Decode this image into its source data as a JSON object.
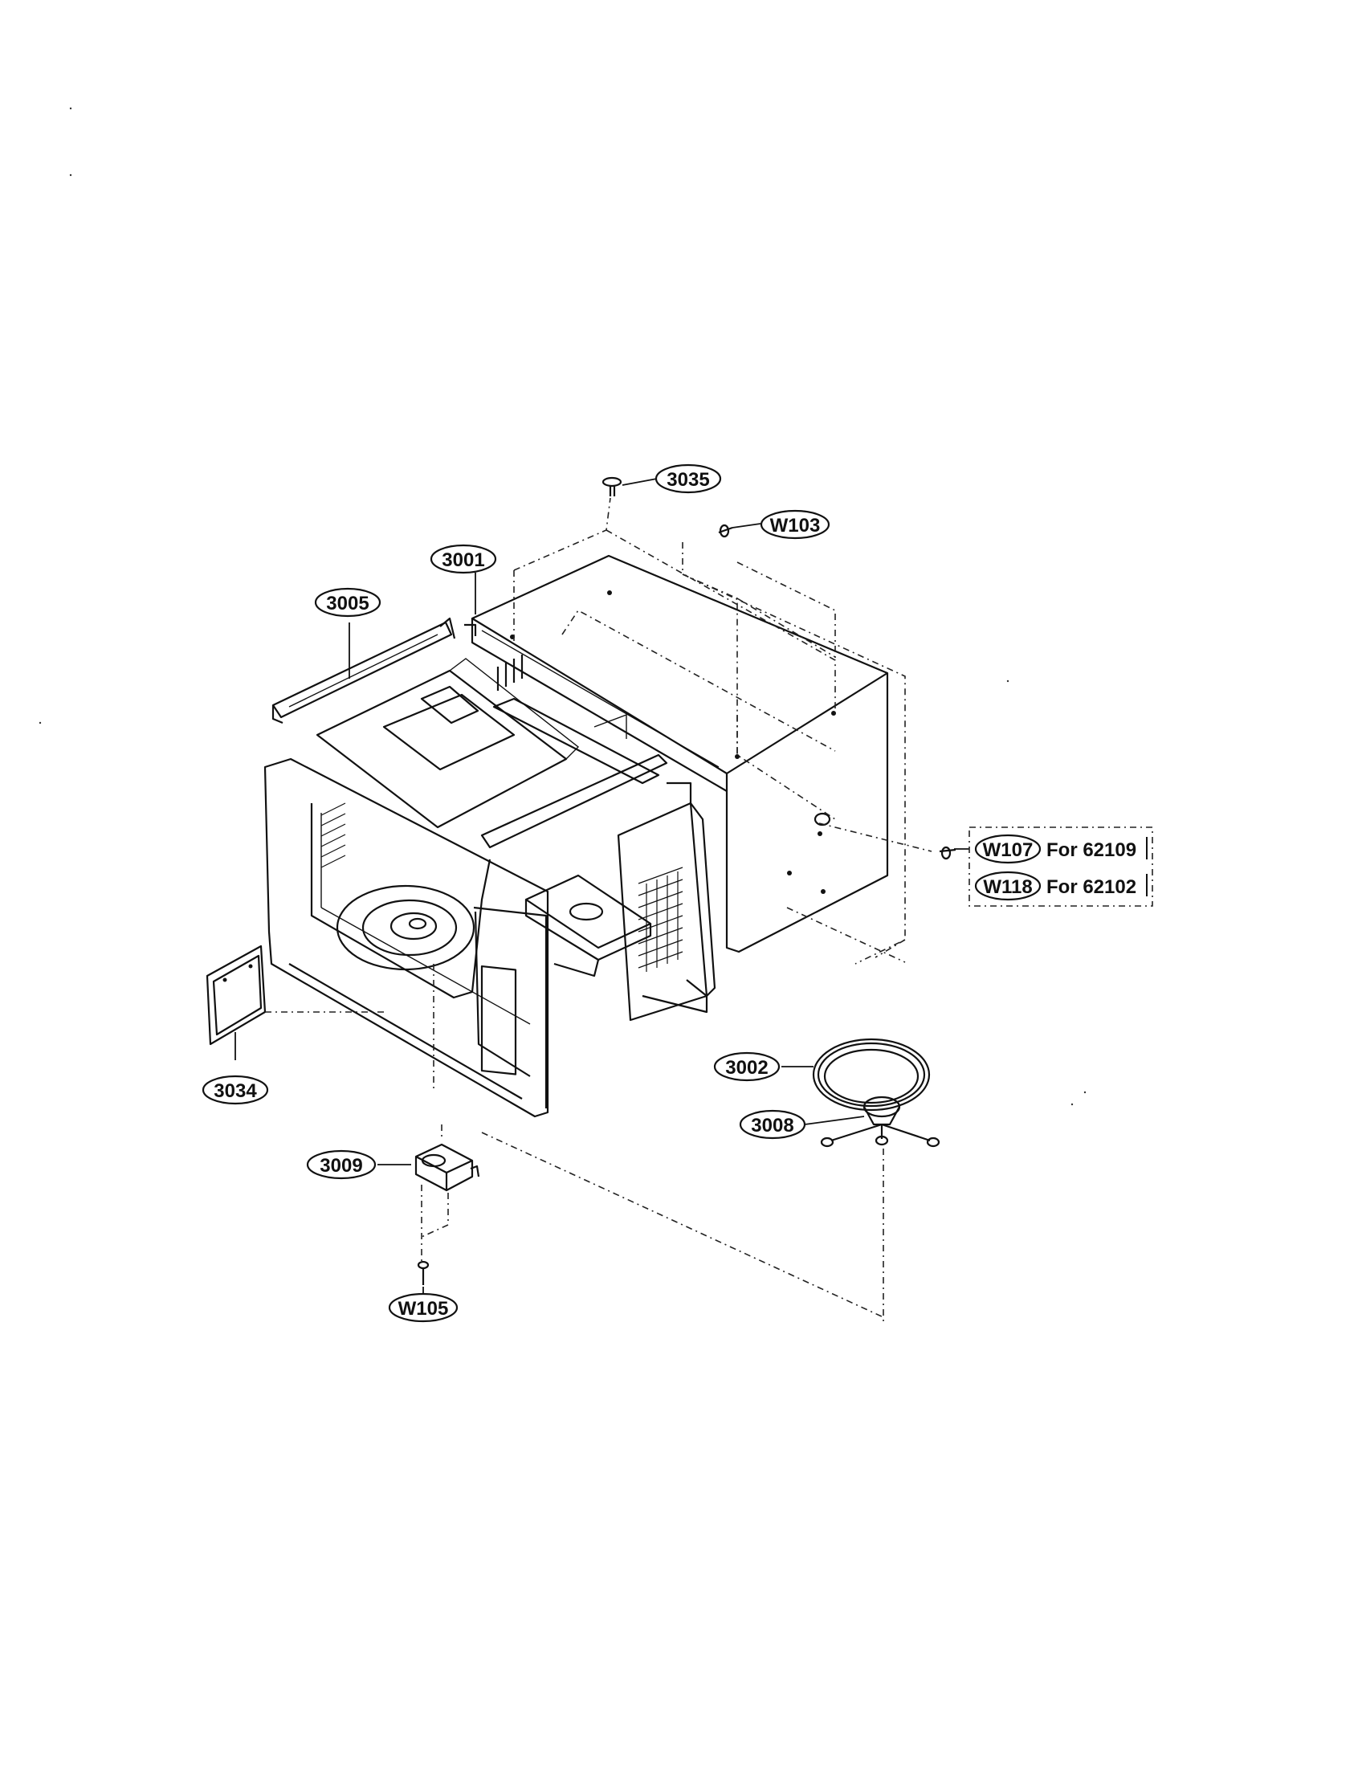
{
  "diagram": {
    "callouts": [
      {
        "id": "3035",
        "label": "3035"
      },
      {
        "id": "W103",
        "label": "W103"
      },
      {
        "id": "3001",
        "label": "3001"
      },
      {
        "id": "3005",
        "label": "3005"
      },
      {
        "id": "W107",
        "label": "W107"
      },
      {
        "id": "W118",
        "label": "W118"
      },
      {
        "id": "3002",
        "label": "3002"
      },
      {
        "id": "3008",
        "label": "3008"
      },
      {
        "id": "3034",
        "label": "3034"
      },
      {
        "id": "3009",
        "label": "3009"
      },
      {
        "id": "W105",
        "label": "W105"
      }
    ],
    "model_notes": [
      {
        "callout": "W107",
        "text": "For 62109"
      },
      {
        "callout": "W118",
        "text": "For 62102"
      }
    ]
  }
}
